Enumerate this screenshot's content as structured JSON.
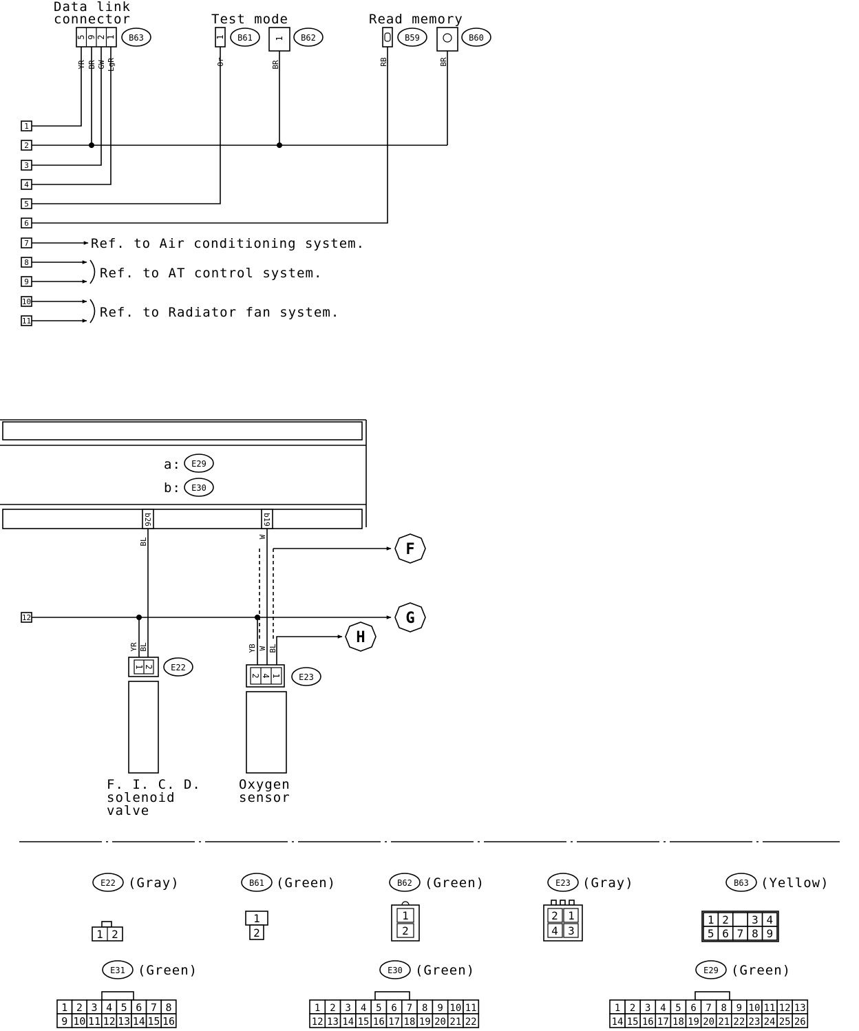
{
  "top": {
    "data_link_title": [
      "Data link",
      "connector"
    ],
    "test_mode_title": "Test mode",
    "read_memory_title": "Read memory",
    "data_link_pins": [
      "5",
      "9",
      "2",
      "1"
    ],
    "data_link_wires": [
      "YR",
      "BR",
      "GW",
      "LgR"
    ],
    "test_mode_pins": [
      "1",
      "1"
    ],
    "test_mode_wires": [
      "Or",
      "BR"
    ],
    "read_memory_wires": [
      "RB",
      "BR"
    ],
    "connectors": [
      "B63",
      "B61",
      "B62",
      "B59",
      "B60"
    ],
    "terminals": [
      "1",
      "2",
      "3",
      "4",
      "5",
      "6",
      "7",
      "8",
      "9",
      "10",
      "11"
    ],
    "refs": {
      "air_conditioning": "Ref. to Air conditioning system.",
      "at_control": "Ref. to AT control system.",
      "radiator_fan": "Ref. to Radiator fan system."
    }
  },
  "middle": {
    "ecm_a_label": "a:",
    "ecm_a_conn": "E29",
    "ecm_b_label": "b:",
    "ecm_b_conn": "E30",
    "ecm_pin_b26": "b26",
    "ecm_pin_b19": "b19",
    "wire_bl": "BL",
    "wire_w": "W",
    "terminal_12": "12",
    "hex_f": "F",
    "hex_g": "G",
    "hex_h": "H",
    "ficd_wires": [
      "YR",
      "BL"
    ],
    "ficd_pins": [
      "1",
      "2"
    ],
    "ficd_conn": "E22",
    "o2_wires": [
      "YB",
      "W",
      "BL"
    ],
    "o2_pins": [
      "2",
      "4",
      "1"
    ],
    "o2_conn": "E23",
    "ficd_label": [
      "F. I. C. D.",
      "solenoid",
      "valve"
    ],
    "o2_label": [
      "Oxygen",
      "sensor"
    ]
  },
  "legend": {
    "e22": {
      "id": "E22",
      "color": "(Gray)",
      "pins": [
        "1",
        "2"
      ]
    },
    "b61": {
      "id": "B61",
      "color": "(Green)",
      "pins": [
        "1",
        "2"
      ]
    },
    "b62": {
      "id": "B62",
      "color": "(Green)",
      "pins": [
        "1",
        "2"
      ]
    },
    "e23": {
      "id": "E23",
      "color": "(Gray)",
      "pins": [
        "2",
        "1",
        "4",
        "3"
      ]
    },
    "b63": {
      "id": "B63",
      "color": "(Yellow)",
      "row1": [
        "1",
        "2",
        "",
        "3",
        "4"
      ],
      "row2": [
        "5",
        "6",
        "7",
        "8",
        "9"
      ]
    },
    "e31": {
      "id": "E31",
      "color": "(Green)",
      "row1": [
        "1",
        "2",
        "3",
        "4",
        "5",
        "6",
        "7",
        "8"
      ],
      "row2": [
        "9",
        "10",
        "11",
        "12",
        "13",
        "14",
        "15",
        "16"
      ]
    },
    "e30": {
      "id": "E30",
      "color": "(Green)",
      "row1": [
        "1",
        "2",
        "3",
        "4",
        "5",
        "6",
        "7",
        "8",
        "9",
        "10",
        "11"
      ],
      "row2": [
        "12",
        "13",
        "14",
        "15",
        "16",
        "17",
        "18",
        "19",
        "20",
        "21",
        "22"
      ]
    },
    "e29": {
      "id": "E29",
      "color": "(Green)",
      "row1": [
        "1",
        "2",
        "3",
        "4",
        "5",
        "6",
        "7",
        "8",
        "9",
        "10",
        "11",
        "12",
        "13"
      ],
      "row2": [
        "14",
        "15",
        "16",
        "17",
        "18",
        "19",
        "20",
        "21",
        "22",
        "23",
        "24",
        "25",
        "26"
      ]
    }
  }
}
